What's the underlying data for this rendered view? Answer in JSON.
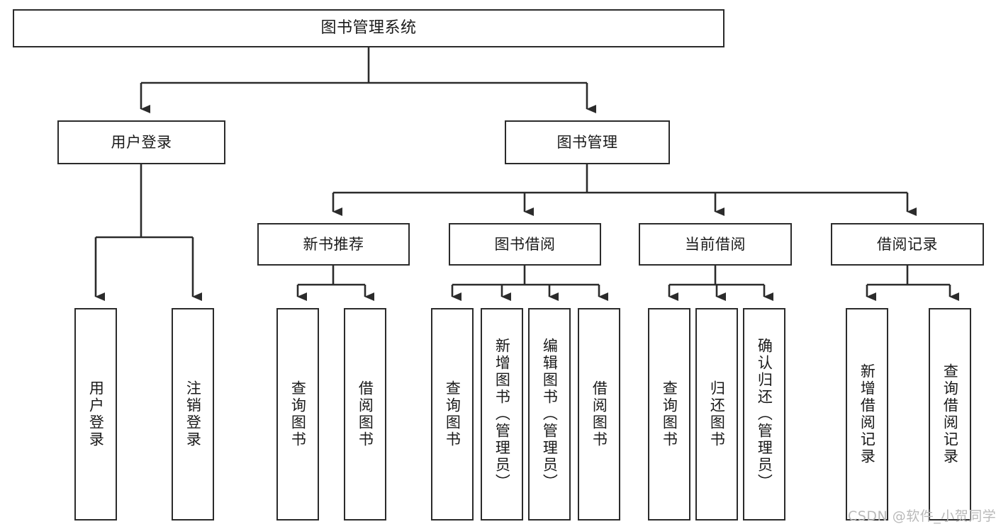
{
  "diagram": {
    "title": "图书管理系统",
    "type": "tree-hierarchy-diagram",
    "stroke_color": "#2b2b2b",
    "fill_color": "#ffffff",
    "background_color": "#ffffff",
    "watermark": "CSDN @软件_小贺同学",
    "nodes": {
      "root": {
        "label": "图书管理系统"
      },
      "user_login": {
        "label": "用户登录"
      },
      "book_manage": {
        "label": "图书管理"
      },
      "new_book_rec": {
        "label": "新书推荐"
      },
      "book_borrow": {
        "label": "图书借阅"
      },
      "current_borrow": {
        "label": "当前借阅"
      },
      "borrow_record": {
        "label": "借阅记录"
      },
      "leaf_user_login": {
        "label": "用户登录"
      },
      "leaf_logout": {
        "label": "注销登录"
      },
      "leaf_query_book_1": {
        "label": "查询图书"
      },
      "leaf_borrow_book_1": {
        "label": "借阅图书"
      },
      "leaf_query_book_2": {
        "label": "查询图书"
      },
      "leaf_add_book": {
        "label": "新增图书（管理员）"
      },
      "leaf_edit_book": {
        "label": "编辑图书（管理员）"
      },
      "leaf_borrow_book_2": {
        "label": "借阅图书"
      },
      "leaf_query_book_3": {
        "label": "查询图书"
      },
      "leaf_return_book": {
        "label": "归还图书"
      },
      "leaf_confirm_return": {
        "label": "确认归还（管理员）"
      },
      "leaf_add_record": {
        "label": "新增借阅记录"
      },
      "leaf_query_record": {
        "label": "查询借阅记录"
      }
    }
  }
}
